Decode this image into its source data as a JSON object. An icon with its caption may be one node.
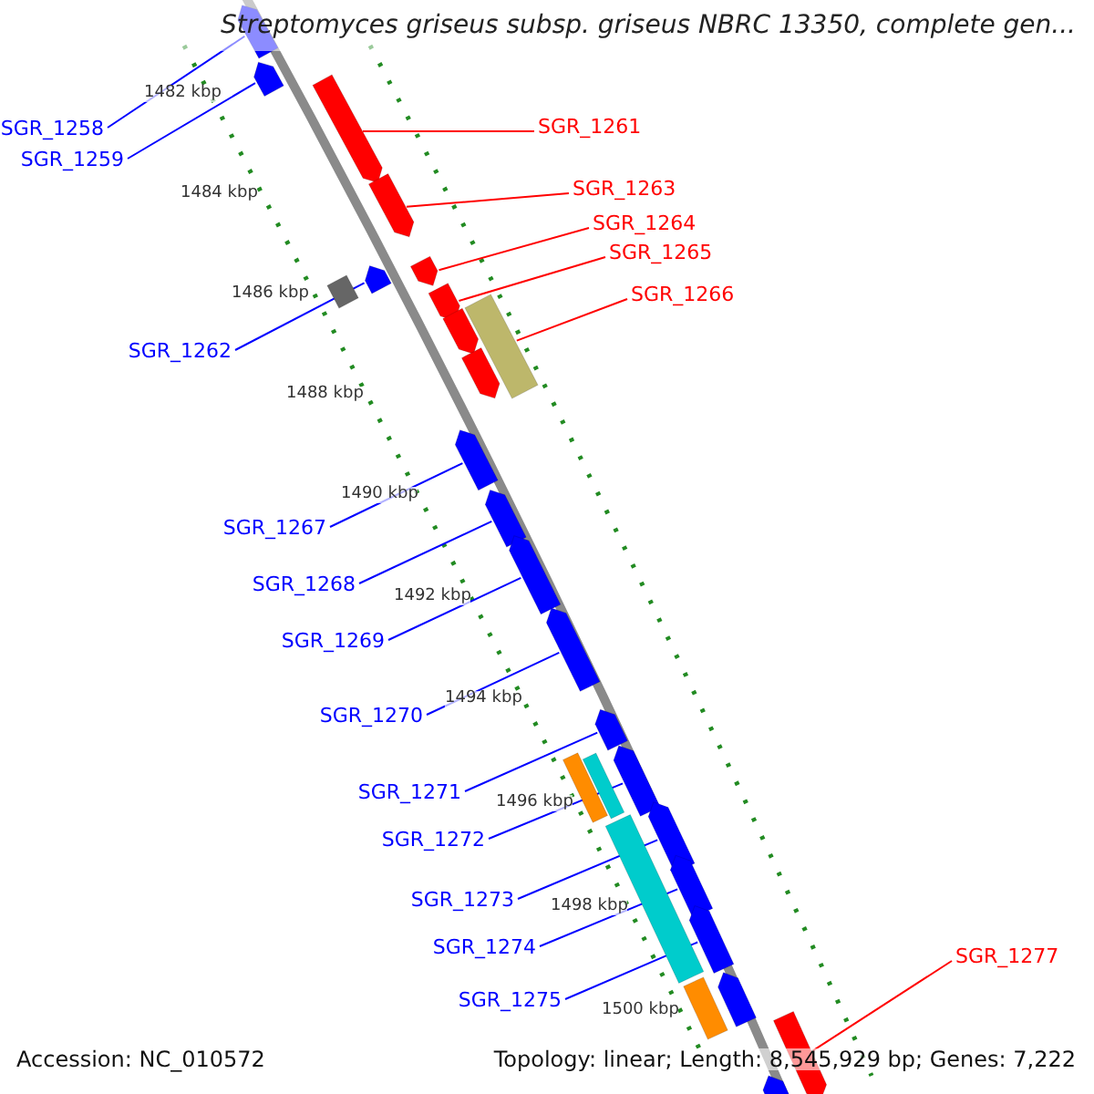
{
  "diagram": {
    "title": "Streptomyces griseus subsp. griseus NBRC 13350, complete gen...",
    "nodes": [
      {
        "text": [
          "SGR_1258"
        ]
      },
      {
        "text": [
          "SGR_1259"
        ]
      },
      {
        "text": [
          "SGR_1261"
        ]
      },
      {
        "text": [
          "SGR_1263"
        ]
      },
      {
        "text": [
          "SGR_1264"
        ]
      },
      {
        "text": [
          "SGR_1265"
        ]
      },
      {
        "text": [
          "SGR_1266"
        ]
      },
      {
        "text": [
          "SGR_1262"
        ]
      },
      {
        "text": [
          "SGR_1267"
        ]
      },
      {
        "text": [
          "SGR_1268"
        ]
      },
      {
        "text": [
          "SGR_1269"
        ]
      },
      {
        "text": [
          "SGR_1270"
        ]
      },
      {
        "text": [
          "SGR_1271"
        ]
      },
      {
        "text": [
          "SGR_1272"
        ]
      },
      {
        "text": [
          "SGR_1273"
        ]
      },
      {
        "text": [
          "SGR_1274"
        ]
      },
      {
        "text": [
          "SGR_1275"
        ]
      },
      {
        "text": [
          "SGR_1277"
        ]
      },
      {
        "text": [],
        "shape": "arrow"
      },
      {
        "text": [],
        "shape": "arrow"
      },
      {
        "text": [],
        "shape": "arrow"
      },
      {
        "text": [],
        "shape": "arrow"
      },
      {
        "text": [],
        "shape": "arrow"
      },
      {
        "text": [],
        "shape": "arrow"
      },
      {
        "text": [],
        "shape": "bar"
      },
      {
        "text": [],
        "shape": "arrow"
      },
      {
        "text": [],
        "shape": "arrow"
      },
      {
        "text": [],
        "shape": "arrow"
      },
      {
        "text": [],
        "shape": "arrow"
      },
      {
        "text": [],
        "shape": "arrow"
      },
      {
        "text": [],
        "shape": "arrow"
      },
      {
        "text": [],
        "shape": "arrow"
      },
      {
        "text": [],
        "shape": "arrow"
      },
      {
        "text": [],
        "shape": "arrow"
      },
      {
        "text": [],
        "shape": "arrow"
      },
      {
        "text": [],
        "shape": "arrow"
      },
      {
        "text": [],
        "shape": "bar"
      },
      {
        "text": [],
        "shape": "arrow"
      },
      {
        "text": [],
        "shape": "arrow"
      },
      {
        "text": [],
        "shape": "bar"
      },
      {
        "text": [],
        "shape": "bar"
      },
      {
        "text": [],
        "shape": "bar"
      },
      {
        "text": [],
        "shape": "arrow"
      },
      {
        "text": [],
        "shape": "bar"
      },
      {
        "text": [],
        "shape": "arrow"
      }
    ],
    "edges": [
      {
        "from": 0,
        "to": 18,
        "arrow": "none"
      },
      {
        "from": 1,
        "to": 19,
        "arrow": "none"
      },
      {
        "from": 2,
        "to": 20,
        "arrow": "none",
        "color": "#ff0000"
      },
      {
        "from": 3,
        "to": 21,
        "arrow": "none",
        "color": "#ff0000"
      },
      {
        "from": 4,
        "to": 22,
        "arrow": "none",
        "color": "#ff0000"
      },
      {
        "from": 5,
        "to": 23,
        "arrow": "none",
        "color": "#ff0000"
      },
      {
        "from": 6,
        "to": 24,
        "arrow": "none",
        "color": "#ff0000"
      },
      {
        "from": 7,
        "to": 25,
        "arrow": "none"
      },
      {
        "from": 8,
        "to": 26,
        "arrow": "none"
      },
      {
        "from": 9,
        "to": 27,
        "arrow": "none"
      },
      {
        "from": 10,
        "to": 28,
        "arrow": "none"
      },
      {
        "from": 11,
        "to": 29,
        "arrow": "none"
      },
      {
        "from": 12,
        "to": 30,
        "arrow": "none"
      },
      {
        "from": 13,
        "to": 31,
        "arrow": "none"
      },
      {
        "from": 14,
        "to": 32,
        "arrow": "none"
      },
      {
        "from": 15,
        "to": 33,
        "arrow": "none"
      },
      {
        "from": 16,
        "to": 34,
        "arrow": "none"
      },
      {
        "from": 17,
        "to": 35,
        "arrow": "none",
        "color": "#ff0000"
      }
    ],
    "labels": [
      "1482 kbp",
      "1484 kbp",
      "1486 kbp",
      "1488 kbp",
      "1490 kbp",
      "1492 kbp",
      "1494 kbp",
      "1496 kbp",
      "1498 kbp",
      "1500 kbp",
      "Accession: NC_010572",
      "Topology: linear; Length: 8,545,929 bp; Genes: 7,222"
    ]
  }
}
